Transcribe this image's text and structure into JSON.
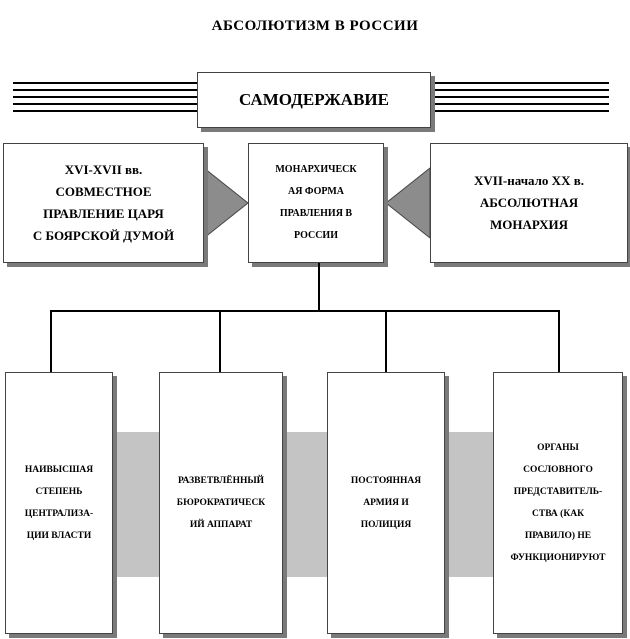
{
  "title": "АБСОЛЮТИЗМ В РОССИИ",
  "top": {
    "label": "САМОДЕРЖАВИЕ"
  },
  "left": {
    "text": "XVI-XVII вв.\nСОВМЕСТНОЕ\nПРАВЛЕНИЕ ЦАРЯ\nС БОЯРСКОЙ ДУМОЙ"
  },
  "center": {
    "text": "МОНАРХИЧЕСК\nАЯ ФОРМА\nПРАВЛЕНИЯ В\nРОССИИ"
  },
  "right": {
    "text": "XVII-начало XX в.\nАБСОЛЮТНАЯ\nМОНАРХИЯ"
  },
  "bottom": [
    {
      "text": "НАИВЫСШАЯ\nСТЕПЕНЬ\nЦЕНТРАЛИЗА-\nЦИИ ВЛАСТИ"
    },
    {
      "text": "РАЗВЕТВЛЁННЫЙ\nБЮРОКРАТИЧЕСК\nИЙ АППАРАТ"
    },
    {
      "text": "ПОСТОЯННАЯ\nАРМИЯ И\nПОЛИЦИЯ"
    },
    {
      "text": "ОРГАНЫ\nСОСЛОВНОГО\nПРЕДСТАВИТЕЛЬ-\nСТВА (КАК\nПРАВИЛО) НЕ\nФУНКЦИОНИРУЮТ"
    }
  ]
}
